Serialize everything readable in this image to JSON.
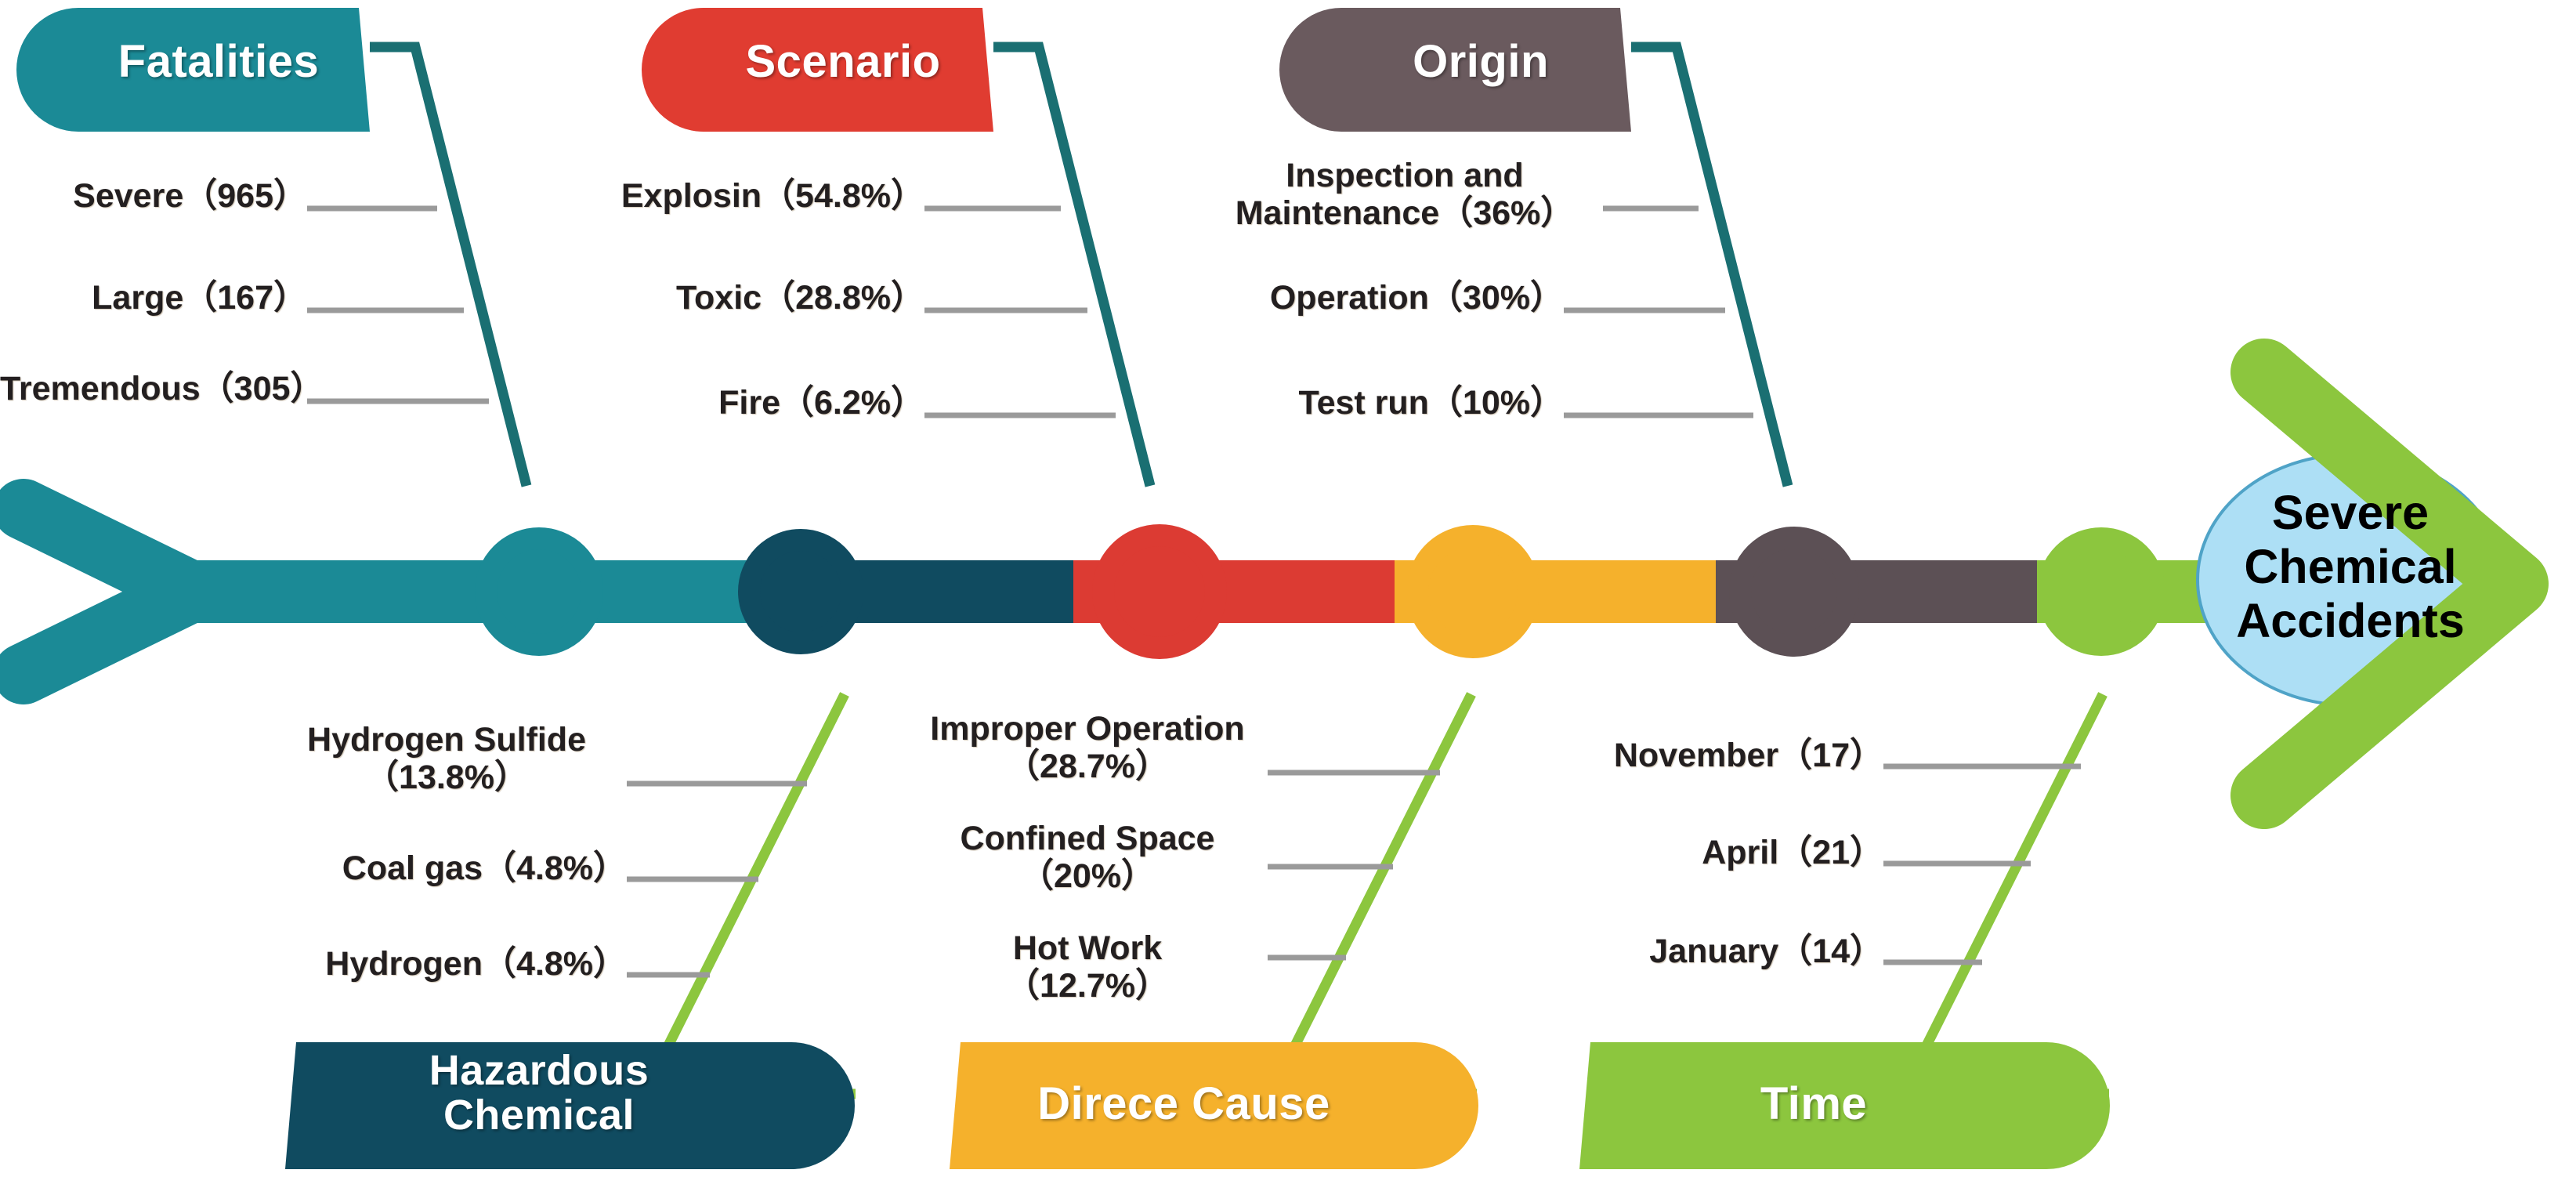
{
  "diagram": {
    "type": "fishbone-ishikawa",
    "head": {
      "label": "Severe\nChemical\nAccidents",
      "bubble_color": "#ADDFF5",
      "arrow_color": "#8CC63E"
    },
    "spine_colors": [
      "#1B8A96",
      "#104B60",
      "#DC3B33",
      "#F5B12C",
      "#5C5055",
      "#8CC63E"
    ],
    "tail_color": "#1B8A96",
    "connector_color": "#9A9A9A",
    "branch_top_color": "#1A6F72",
    "branch_bottom_color": "#8CC63E"
  },
  "categories": {
    "top": [
      {
        "id": "fatalities",
        "label": "Fatalities",
        "color": "#1B8A96",
        "items": [
          {
            "label": "Severe（965）",
            "name": "Severe",
            "value": "965"
          },
          {
            "label": "Large（167）",
            "name": "Large",
            "value": "167"
          },
          {
            "label": "Tremendous（305）",
            "name": "Tremendous",
            "value": "305"
          }
        ]
      },
      {
        "id": "scenario",
        "label": "Scenario",
        "color": "#E03C31",
        "items": [
          {
            "label": "Explosin（54.8%）",
            "name": "Explosin",
            "value": "54.8%"
          },
          {
            "label": "Toxic（28.8%）",
            "name": "Toxic",
            "value": "28.8%"
          },
          {
            "label": "Fire（6.2%）",
            "name": "Fire",
            "value": "6.2%"
          }
        ]
      },
      {
        "id": "origin",
        "label": "Origin",
        "color": "#6A5A5E",
        "items": [
          {
            "label": "Inspection and\nMaintenance（36%）",
            "name": "Inspection and Maintenance",
            "value": "36%"
          },
          {
            "label": "Operation（30%）",
            "name": "Operation",
            "value": "30%"
          },
          {
            "label": "Test run（10%）",
            "name": "Test run",
            "value": "10%"
          }
        ]
      }
    ],
    "bottom": [
      {
        "id": "hazardous-chemical",
        "label": "Hazardous\nChemical",
        "color": "#104B60",
        "items": [
          {
            "label": "Hydrogen Sulfide\n（13.8%）",
            "name": "Hydrogen Sulfide",
            "value": "13.8%"
          },
          {
            "label": "Coal gas（4.8%）",
            "name": "Coal gas",
            "value": "4.8%"
          },
          {
            "label": "Hydrogen（4.8%）",
            "name": "Hydrogen",
            "value": "4.8%"
          }
        ]
      },
      {
        "id": "direce-cause",
        "label": "Direce Cause",
        "color": "#F5B12C",
        "items": [
          {
            "label": "Improper Operation\n（28.7%）",
            "name": "Improper Operation",
            "value": "28.7%"
          },
          {
            "label": "Confined Space\n（20%）",
            "name": "Confined Space",
            "value": "20%"
          },
          {
            "label": "Hot  Work\n（12.7%）",
            "name": "Hot Work",
            "value": "12.7%"
          }
        ]
      },
      {
        "id": "time",
        "label": "Time",
        "color": "#8CC63E",
        "items": [
          {
            "label": "November（17）",
            "name": "November",
            "value": "17"
          },
          {
            "label": "April（21）",
            "name": "April",
            "value": "21"
          },
          {
            "label": "January（14）",
            "name": "January",
            "value": "14"
          }
        ]
      }
    ]
  }
}
